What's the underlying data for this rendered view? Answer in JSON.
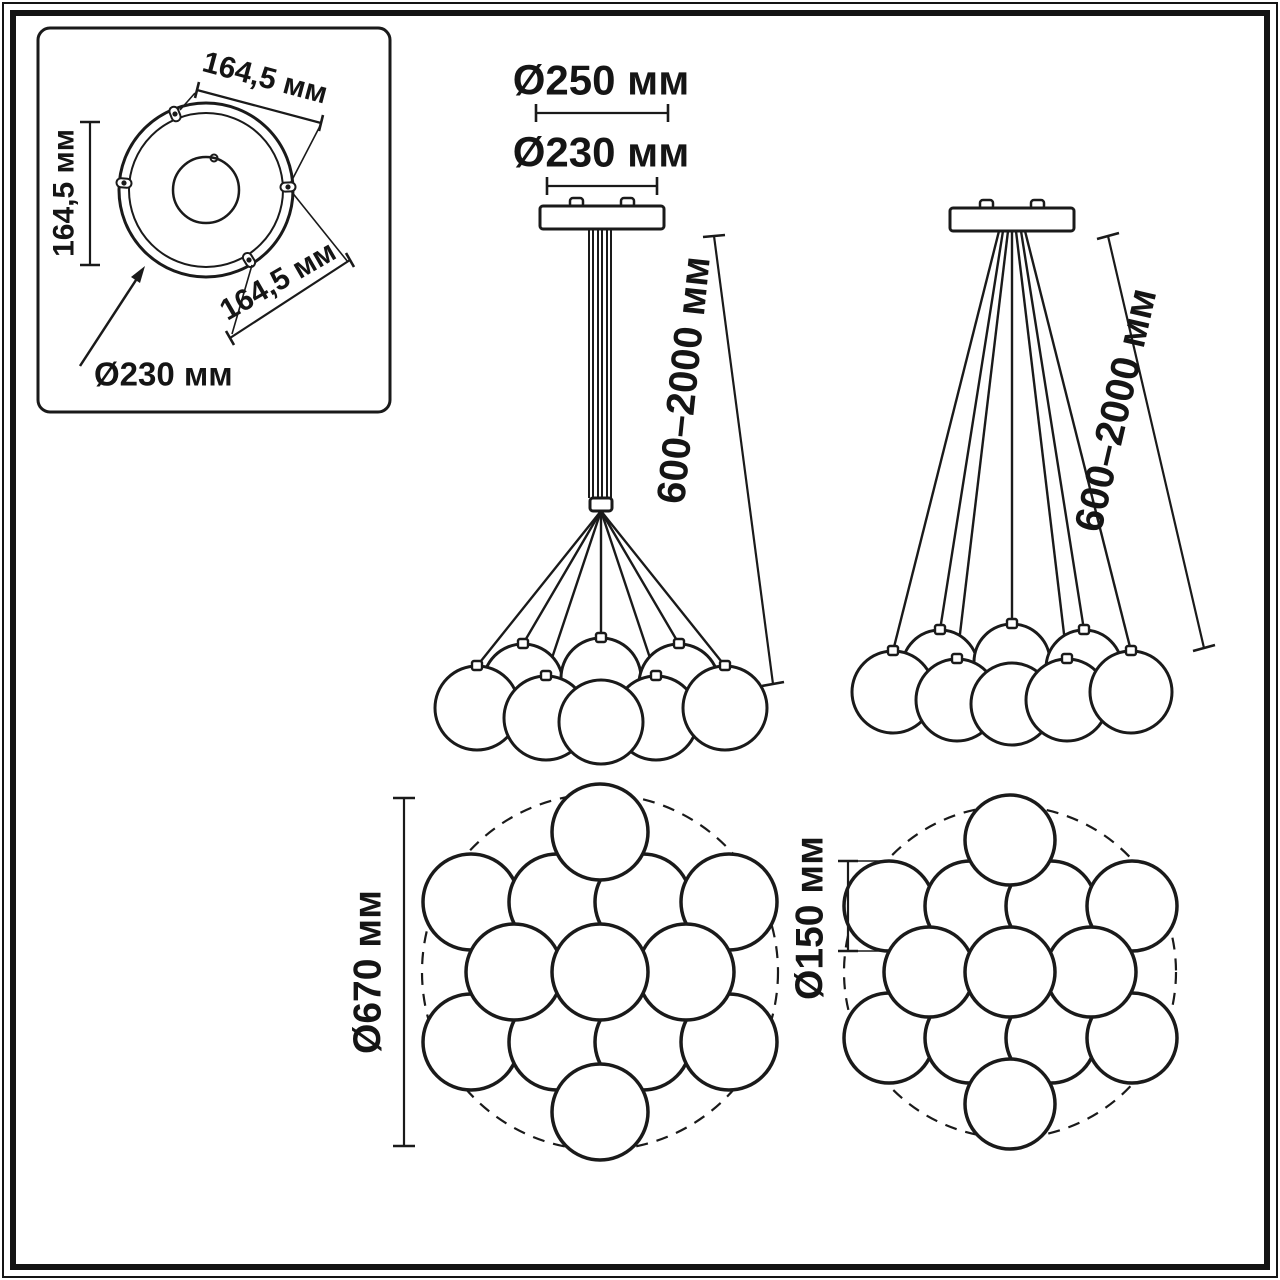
{
  "colors": {
    "line": "#1a1a1a",
    "background": "#ffffff"
  },
  "inset_top_view": {
    "hole_spacing_top": "164,5 мм",
    "hole_spacing_left": "164,5 мм",
    "hole_spacing_bottom": "164,5 мм",
    "plate_diameter": "Ø230 мм"
  },
  "front_view_rod": {
    "canopy_outer_diameter": "Ø250 мм",
    "canopy_inner_diameter": "Ø230 мм",
    "suspension_height": "600–2000 мм"
  },
  "front_view_cascade": {
    "suspension_height": "600–2000 мм"
  },
  "bottom_view_left": {
    "cluster_diameter": "Ø670 мм"
  },
  "bottom_view_right": {
    "ball_diameter": "Ø150 мм"
  }
}
